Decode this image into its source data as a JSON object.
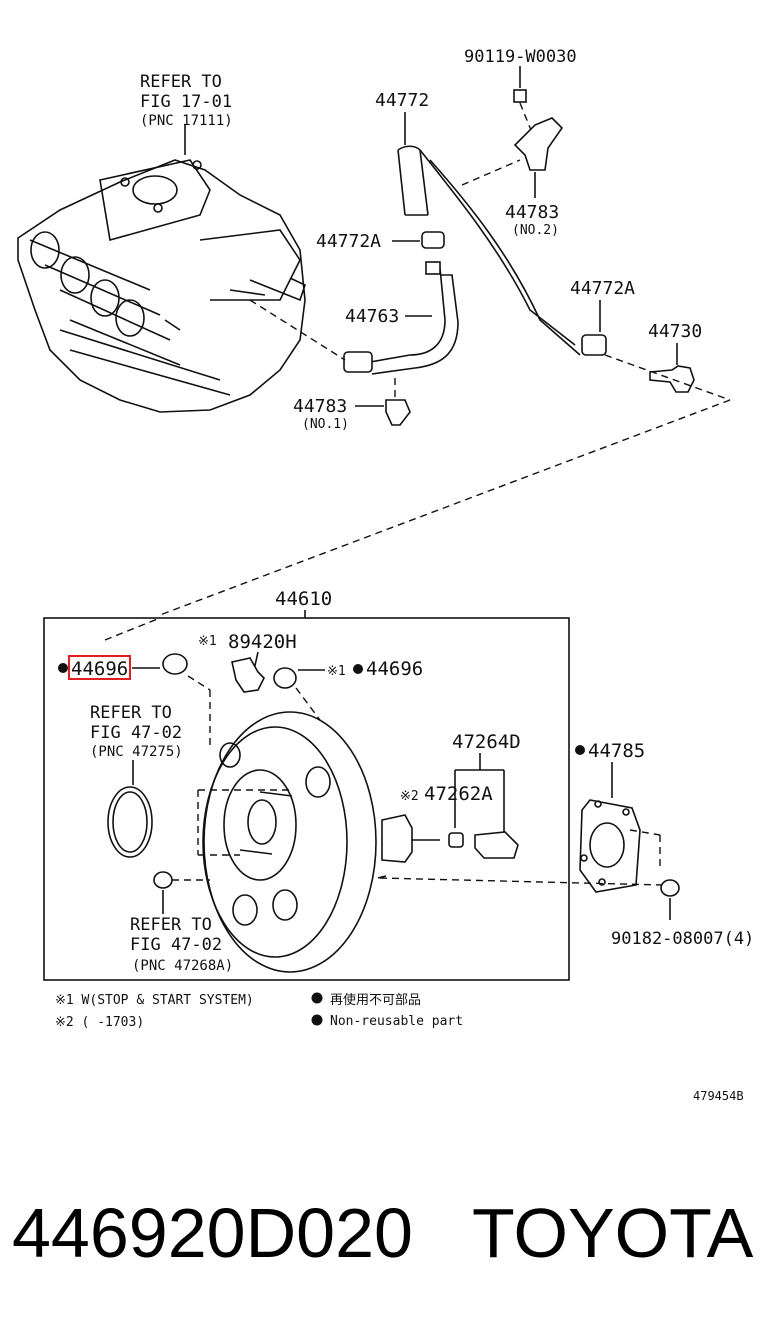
{
  "labels": {
    "refer1_l1": "REFER TO",
    "refer1_l2": "FIG 17-01",
    "refer1_l3": "(PNC 17111)",
    "p90119": "90119-W0030",
    "p44772": "44772",
    "p44783_top": "44783",
    "no2": "(NO.2)",
    "p44772A_left": "44772A",
    "p44772A_right": "44772A",
    "p44763": "44763",
    "p44730": "44730",
    "p44783_bot": "44783",
    "no1": "(NO.1)",
    "p44610": "44610",
    "mark1_a": "※1",
    "p89420H": "89420H",
    "p44696_hl": "44696",
    "mark1_b": "※1",
    "p44696_r": "44696",
    "refer2_l1": "REFER TO",
    "refer2_l2": "FIG 47-02",
    "refer2_l3": "(PNC 47275)",
    "p47264D": "47264D",
    "mark2": "※2",
    "p47262A": "47262A",
    "p44785": "44785",
    "refer3_l1": "REFER TO",
    "refer3_l2": "FIG 47-02",
    "refer3_l3": "(PNC 47268A)",
    "p90182": "90182-08007(4)",
    "note1": "※1 W(STOP & START SYSTEM)",
    "note2": "※2 (      -1703)",
    "legend_jp": "再使用不可部品",
    "legend_en": "Non-reusable part",
    "fig_id": "479454B"
  },
  "footer": {
    "part_number": "446920D020",
    "brand": "TOYOTA"
  },
  "colors": {
    "highlight": "#e02020",
    "ink": "#111111"
  }
}
